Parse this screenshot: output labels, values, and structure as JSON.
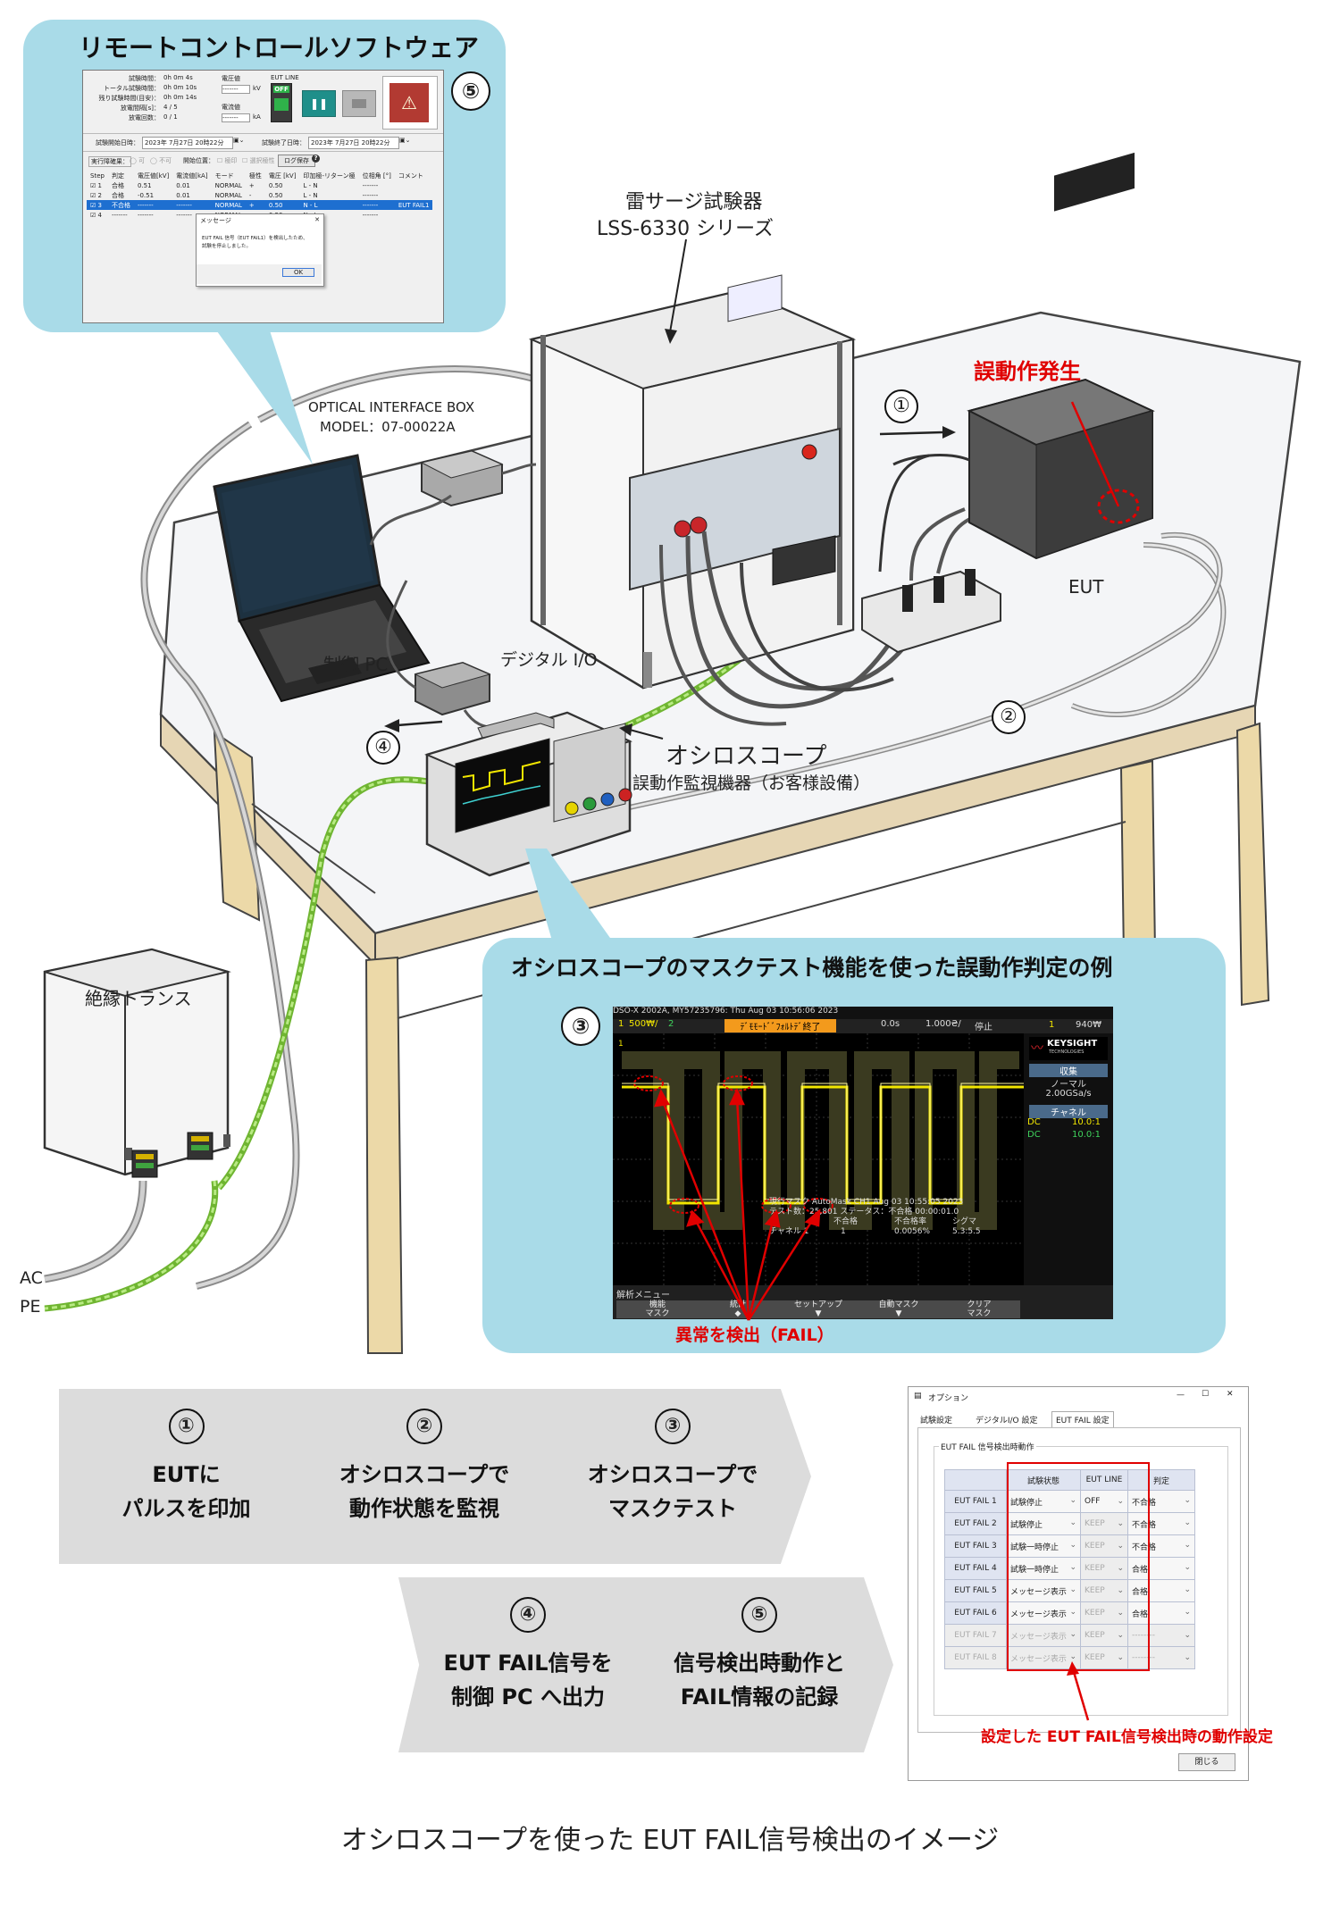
{
  "labels": {
    "software_title": "リモートコントロールソフトウェア",
    "tester_line1": "雷サージ試験器",
    "tester_line2": "LSS-6330 シリーズ",
    "malfunction": "誤動作発生",
    "eut": "EUT",
    "optical_box_line1": "OPTICAL INTERFACE BOX",
    "optical_box_line2": "MODEL：07-00022A",
    "control_pc": "制御 PC",
    "digital_io": "デジタル I/O",
    "oscilloscope": "オシロスコープ",
    "osc_sub": "誤動作監視機器（お客様設備）",
    "transformer": "絶縁トランス",
    "ac": "AC",
    "pe": "PE",
    "mask_title": "オシロスコープのマスクテスト機能を使った誤動作判定の例",
    "fail_detect": "異常を検出（FAIL）",
    "setting_note": "設定した EUT FAIL信号検出時の動作設定",
    "caption": "オシロスコープを使った EUT FAIL信号検出のイメージ"
  },
  "markers": {
    "n1": "①",
    "n2": "②",
    "n3": "③",
    "n4": "④",
    "n5": "⑤"
  },
  "software": {
    "status": [
      {
        "k": "試験時間：",
        "v": "0h  0m  4s"
      },
      {
        "k": "トータル試験時間：",
        "v": "0h  0m 10s"
      },
      {
        "k": "残り試験時間(目安)：",
        "v": "0h  0m 14s"
      },
      {
        "k": "放電間隔[s]：",
        "v": "4 /  5"
      },
      {
        "k": "放電回数：",
        "v": "0 /  1"
      }
    ],
    "voltage_label": "電圧値",
    "voltage_unit": "kV",
    "current_label": "電流値",
    "current_unit": "kA",
    "value_placeholder": "-------",
    "eut_line": "EUT LINE",
    "off": "OFF",
    "start_label": "試験開始日時：",
    "start_value": "2023年  7月27日 20時22分",
    "end_label": "試験終了日時：",
    "end_value": "2023年  7月27日 20時22分",
    "exec_label": "実行障確果：",
    "exec_a": "可",
    "exec_b": "不可",
    "phase_label": "開始位置：",
    "phase_a": "極印",
    "phase_b": "選択極性",
    "log_save": "ログ保存",
    "help": "?",
    "columns": [
      "Step",
      "判定",
      "電圧値[kV]",
      "電流値[kA]",
      "モード",
      "極性",
      "電圧 [kV]",
      "印加極-リターン極",
      "位相角 [°]",
      "コメント"
    ],
    "rows": [
      [
        "1",
        "合格",
        "0.51",
        "0.01",
        "NORMAL",
        "+",
        "0.50",
        "L - N",
        "-------",
        ""
      ],
      [
        "2",
        "合格",
        "-0.51",
        "0.01",
        "NORMAL",
        "-",
        "0.50",
        "L - N",
        "-------",
        ""
      ],
      [
        "3",
        "不合格",
        "-------",
        "-------",
        "NORMAL",
        "+",
        "0.50",
        "N - L",
        "-------",
        "EUT FAIL1"
      ],
      [
        "4",
        "-------",
        "-------",
        "-------",
        "NORMAL",
        "-",
        "0.50",
        "N - L",
        "-------",
        ""
      ]
    ],
    "msg_title": "メッセージ",
    "msg_text1": "EUT FAIL 信号（EUT FAIL1）を検出したため、",
    "msg_text2": "試験を停止しました。",
    "msg_ok": "OK",
    "close_x": "✕"
  },
  "oscilloscope": {
    "header": "DSO-X 2002A, MY57235796: Thu Aug 03 10:56:06 2023",
    "ch": "1",
    "timebase": "500₩/",
    "ch2": "2",
    "status_msg": "ﾃﾞﾓﾓｰﾄﾞﾞﾌｫﾙﾄﾃﾞ終了",
    "delay": "0.0s",
    "sample": "1.000₴/",
    "run": "停止",
    "trig": "1",
    "trig_val": "940₩",
    "brand": "KEYSIGHT",
    "brand_sub": "TECHNOLOGIES",
    "acq": "収集",
    "mode": "ノーマル",
    "rate": "2.00GSa/s",
    "channel": "チャネル",
    "dc1": "DC",
    "dc1_val": "10.0:1",
    "dc2": "DC",
    "dc2_val": "10.0:1",
    "stats_line1": "現行マスク  AutoMask CH1 Aug 03 10:55:05 2023",
    "stats_line2": "テスト数：25,801    ステータス：不合格  00:00:01.0",
    "stats_col1": "不合格",
    "stats_col2": "不合格率",
    "stats_col3": "シグマ",
    "stats_ch": "チャネル 1",
    "stats_v1": "1",
    "stats_v2": "0.0056%",
    "stats_v3": "5.3:5.5",
    "menu_title": "解析メニュー",
    "buttons": [
      "機能\nマスク",
      "統計\n◆",
      "セットアップ\n▼",
      "自動マスク\n▼",
      "クリア\nマスク"
    ]
  },
  "process": [
    {
      "num": "①",
      "line1": "EUTに",
      "line2": "パルスを印加"
    },
    {
      "num": "②",
      "line1": "オシロスコープで",
      "line2": "動作状態を監視"
    },
    {
      "num": "③",
      "line1": "オシロスコープで",
      "line2": "マスクテスト"
    },
    {
      "num": "④",
      "line1": "EUT FAIL信号を",
      "line2": "制御 PC へ出力"
    },
    {
      "num": "⑤",
      "line1": "信号検出時動作と",
      "line2": "FAIL情報の記録"
    }
  ],
  "options": {
    "title": "オプション",
    "tabs": [
      "試験設定",
      "デジタルI/O 設定",
      "EUT FAIL 設定"
    ],
    "group": "EUT FAIL 信号検出時動作",
    "col_state": "試験状態",
    "col_line": "EUT LINE",
    "col_judge": "判定",
    "rows": [
      {
        "name": "EUT FAIL 1",
        "state": "試験停止",
        "line": "OFF",
        "judge": "不合格",
        "enabled": true
      },
      {
        "name": "EUT FAIL 2",
        "state": "試験停止",
        "line": "KEEP",
        "judge": "不合格",
        "enabled": true
      },
      {
        "name": "EUT FAIL 3",
        "state": "試験一時停止",
        "line": "KEEP",
        "judge": "不合格",
        "enabled": true
      },
      {
        "name": "EUT FAIL 4",
        "state": "試験一時停止",
        "line": "KEEP",
        "judge": "合格",
        "enabled": true
      },
      {
        "name": "EUT FAIL 5",
        "state": "メッセージ表示",
        "line": "KEEP",
        "judge": "合格",
        "enabled": true
      },
      {
        "name": "EUT FAIL 6",
        "state": "メッセージ表示",
        "line": "KEEP",
        "judge": "合格",
        "enabled": true
      },
      {
        "name": "EUT FAIL 7",
        "state": "メッセージ表示",
        "line": "KEEP",
        "judge": "--------",
        "enabled": false
      },
      {
        "name": "EUT FAIL 8",
        "state": "メッセージ表示",
        "line": "KEEP",
        "judge": "--------",
        "enabled": false
      }
    ],
    "close_button": "閉じる",
    "win_min": "—",
    "win_max": "☐",
    "win_close": "✕"
  },
  "colors": {
    "callout": "#a9dbe8",
    "accent_red": "#e00000",
    "cable_green": "#8fd14f",
    "trace_yellow": "#f2e600",
    "chevron_gray": "#dcdcdc"
  }
}
